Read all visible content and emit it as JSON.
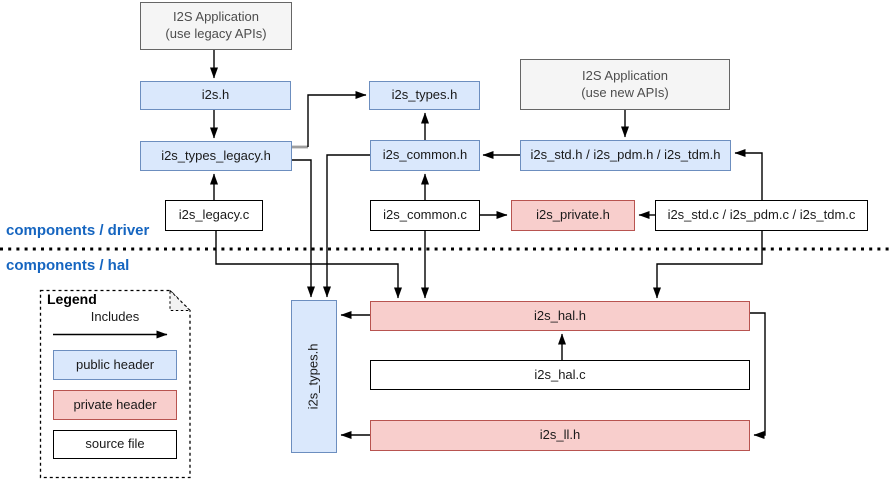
{
  "sections": {
    "driver_label": "components / driver",
    "hal_label": "components / hal"
  },
  "nodes": {
    "app_legacy": "I2S Application\n(use legacy APIs)",
    "app_new": "I2S Application\n(use new APIs)",
    "i2s_h": "i2s.h",
    "i2s_types_top": "i2s_types.h",
    "i2s_types_legacy": "i2s_types_legacy.h",
    "i2s_common_h": "i2s_common.h",
    "i2s_std_h": "i2s_std.h / i2s_pdm.h / i2s_tdm.h",
    "i2s_legacy_c": "i2s_legacy.c",
    "i2s_common_c": "i2s_common.c",
    "i2s_private_h": "i2s_private.h",
    "i2s_std_c": "i2s_std.c / i2s_pdm.c / i2s_tdm.c",
    "i2s_types_hal": "i2s_types.h",
    "i2s_hal_h": "i2s_hal.h",
    "i2s_hal_c": "i2s_hal.c",
    "i2s_ll_h": "i2s_ll.h"
  },
  "legend": {
    "title": "Legend",
    "includes_label": "Includes",
    "public_header": "public header",
    "private_header": "private header",
    "source_file": "source file"
  },
  "colors": {
    "public_fill": "#dae8fc",
    "public_stroke": "#6c8ebf",
    "private_fill": "#f8cecc",
    "private_stroke": "#b85450",
    "app_fill": "#f5f5f5",
    "app_stroke": "#666666",
    "source_fill": "#ffffff",
    "source_stroke": "#000000",
    "section_label": "#1565c0"
  }
}
